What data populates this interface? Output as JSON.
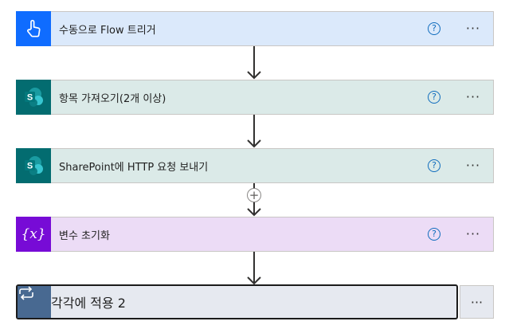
{
  "steps": [
    {
      "title": "수동으로 Flow 트리거",
      "icon": "hand-touch-icon",
      "bg": "#dbe9fb",
      "icon_bg": "#0f6cff",
      "help": "?",
      "more": "···"
    },
    {
      "title": "항목 가져오기(2개 이상)",
      "icon": "sharepoint-icon",
      "bg": "#dbeae8",
      "icon_bg": "#036c70",
      "help": "?",
      "more": "···"
    },
    {
      "title": "SharePoint에 HTTP 요청 보내기",
      "icon": "sharepoint-icon",
      "bg": "#dbeae8",
      "icon_bg": "#036c70",
      "help": "?",
      "more": "···"
    },
    {
      "title": "변수 초기화",
      "icon": "variable-icon",
      "bg": "#ecdcf6",
      "icon_bg": "#770bd6",
      "help": "?",
      "more": "···"
    },
    {
      "title": "각각에 적용 2",
      "icon": "loop-icon",
      "bg": "#e6e9f0",
      "icon_bg": "#486991",
      "more": "···"
    }
  ],
  "insert_step": "+",
  "sharepoint_letter": "S",
  "variable_glyph": "{x}"
}
